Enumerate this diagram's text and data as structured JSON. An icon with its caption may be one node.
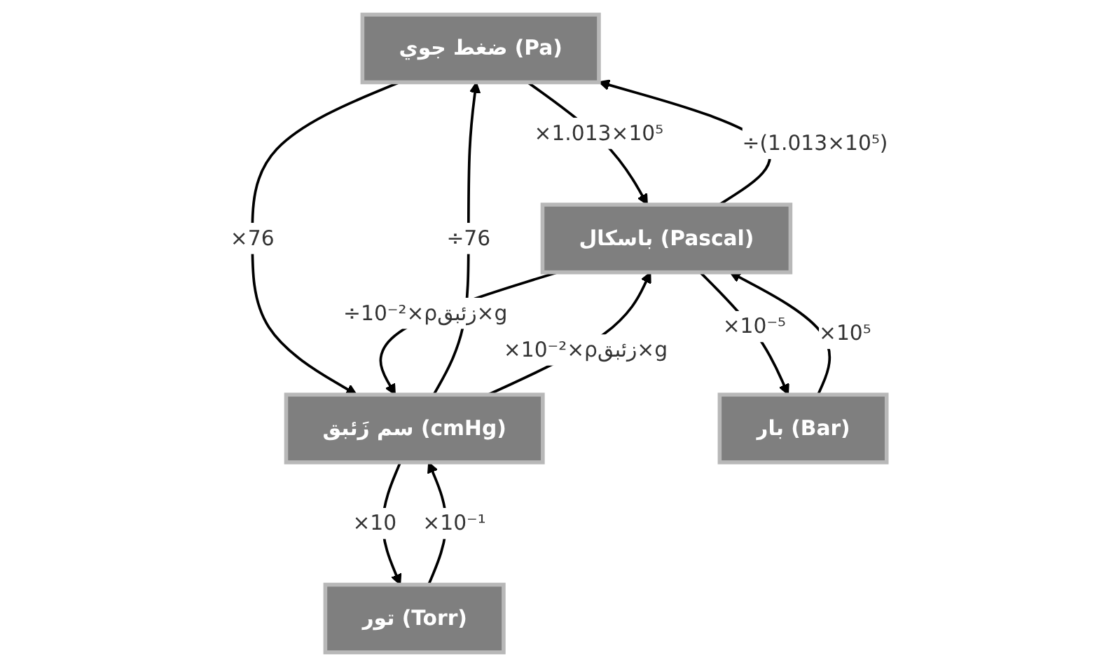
{
  "diagram": {
    "nodes": [
      {
        "text": [
          "ضغط جوي (Pa)"
        ]
      },
      {
        "text": [
          "باسكال (Pascal)"
        ]
      },
      {
        "text": [
          "سم زَئبق (cmHg)"
        ]
      },
      {
        "text": [
          "بار (Bar)"
        ]
      },
      {
        "text": [
          "تور (Torr)"
        ]
      }
    ],
    "edges": [
      {
        "from": 0,
        "to": 1,
        "arrow": "to",
        "label": "×1.013×10⁵"
      },
      {
        "from": 1,
        "to": 0,
        "arrow": "to",
        "label": "÷(1.013×10⁵)"
      },
      {
        "from": 0,
        "to": 2,
        "arrow": "to",
        "label": "×76"
      },
      {
        "from": 2,
        "to": 0,
        "arrow": "to",
        "label": "÷76"
      },
      {
        "from": 2,
        "to": 1,
        "arrow": "to",
        "label": "×10⁻²×ρزئبق×g"
      },
      {
        "from": 1,
        "to": 2,
        "arrow": "to",
        "label": "÷10⁻²×ρزئبق×g"
      },
      {
        "from": 1,
        "to": 3,
        "arrow": "to",
        "label": "×10⁻⁵"
      },
      {
        "from": 3,
        "to": 1,
        "arrow": "to",
        "label": "×10⁵"
      },
      {
        "from": 2,
        "to": 4,
        "arrow": "to",
        "label": "×10"
      },
      {
        "from": 4,
        "to": 2,
        "arrow": "to",
        "label": "×10⁻¹"
      }
    ]
  }
}
